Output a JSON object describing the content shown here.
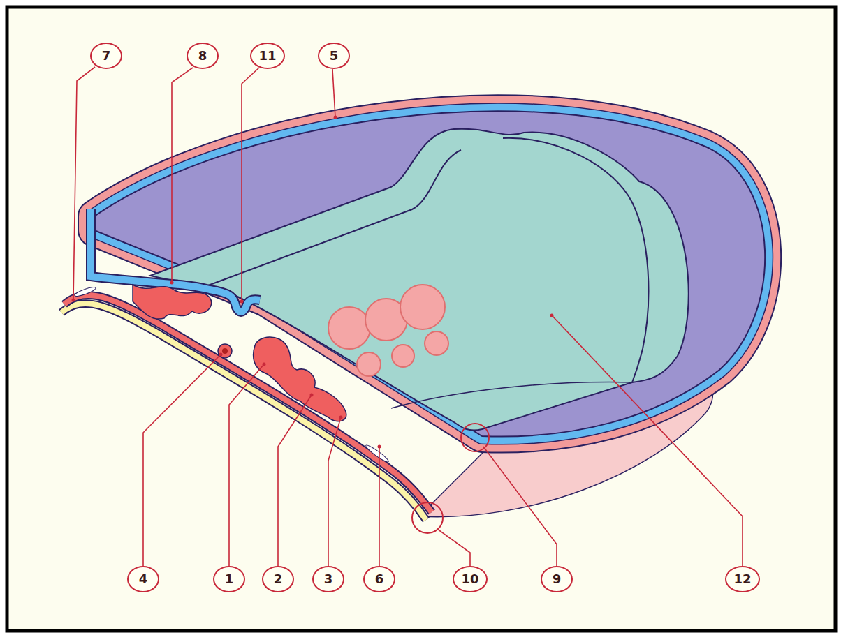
{
  "diagram": {
    "labels": [
      "7",
      "8",
      "11",
      "5",
      "4",
      "1",
      "2",
      "3",
      "6",
      "10",
      "9",
      "12"
    ]
  }
}
